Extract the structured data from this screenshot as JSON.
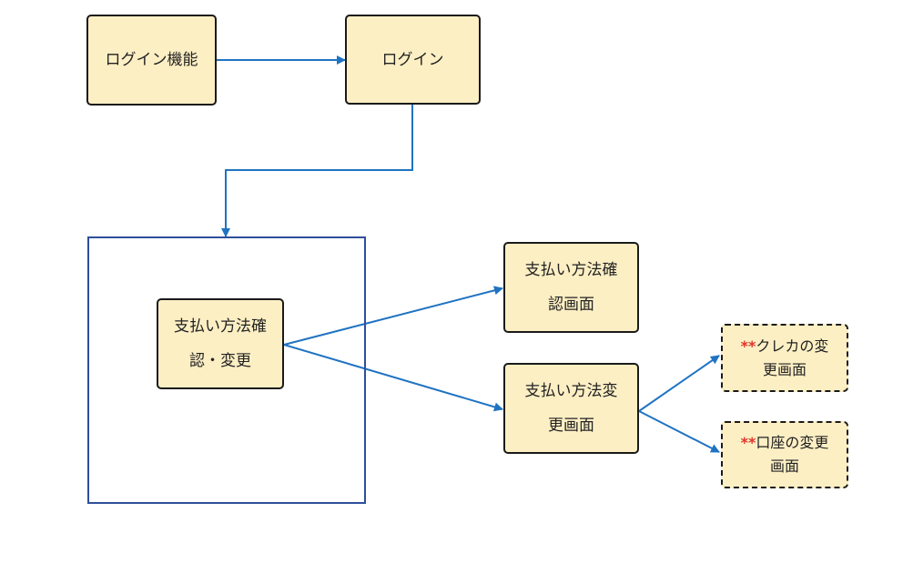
{
  "colors": {
    "box_fill": "#fdefc4",
    "box_border": "#1a1a1a",
    "arrow": "#1f73c2",
    "frame": "#2e4f9a",
    "mark": "#e0322b"
  },
  "nodes": {
    "login_feature": {
      "label": "ログイン機能"
    },
    "login": {
      "label": "ログイン"
    },
    "payment_confirm_change": {
      "line1": "支払い方法確",
      "line2": "認・変更"
    },
    "payment_confirm_screen": {
      "line1": "支払い方法確",
      "line2": "認画面"
    },
    "payment_change_screen": {
      "line1": "支払い方法変",
      "line2": "更画面"
    },
    "credit_change_screen": {
      "mark": "**",
      "line1": "クレカの変",
      "line2": "更画面"
    },
    "account_change_screen": {
      "mark": "**",
      "line1": "口座の変更",
      "line2": "画面"
    }
  }
}
